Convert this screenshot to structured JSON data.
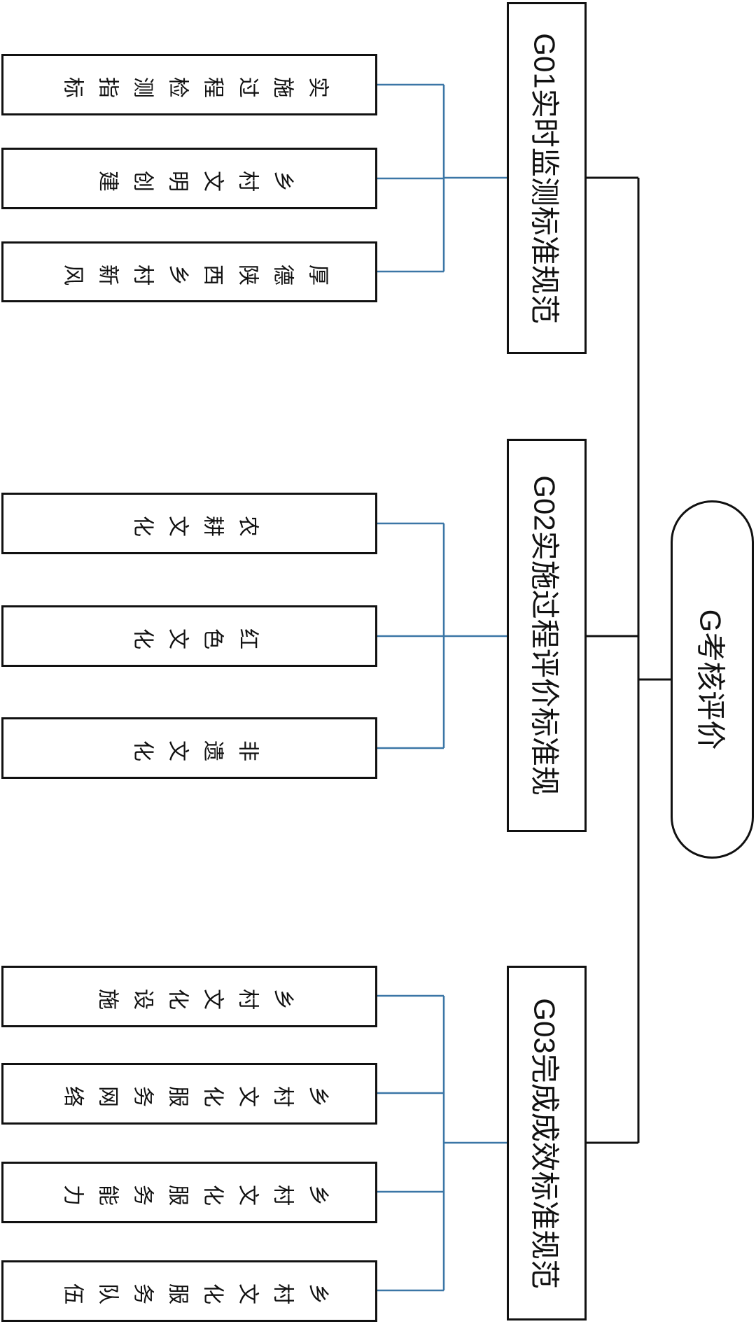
{
  "diagram": {
    "root": {
      "code": "G",
      "label": "考核评价"
    },
    "colors": {
      "box_border": "#111111",
      "trunk_line": "#111111",
      "branch_line": "#3b76a6"
    },
    "groups": [
      {
        "code": "G01",
        "label": "实时监测标准规范",
        "items": [
          "实施过程检测指标",
          "乡村文明创建",
          "厚德陕西乡村新风"
        ]
      },
      {
        "code": "G02",
        "label": "实施过程评价标准规",
        "items": [
          "农耕文化",
          "红色文化",
          "非遗文化"
        ]
      },
      {
        "code": "G03",
        "label": "完成成效标准规范",
        "items": [
          "乡村文化设施",
          "乡村文化服务网络",
          "乡村文化服务能力",
          "乡村文化服务队伍"
        ]
      }
    ]
  }
}
